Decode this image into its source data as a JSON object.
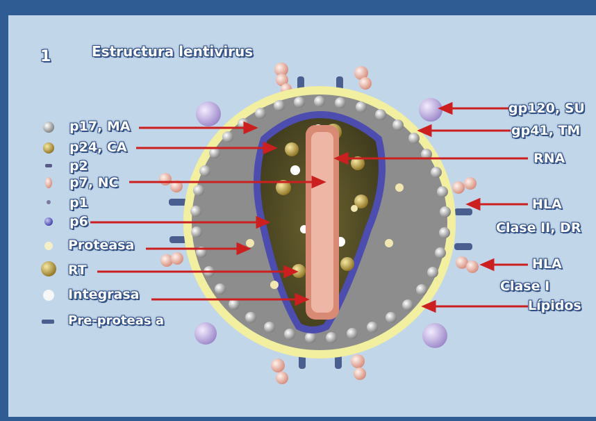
{
  "diagram": {
    "slide_number": "1",
    "title": "Estructura lentivirus",
    "left_labels": [
      {
        "text": "p17, MA",
        "marker_color": "#9a9a9a"
      },
      {
        "text": "p24, CA",
        "marker_color": "#c9a44a"
      },
      {
        "text": "p2",
        "marker_color": "#6d6d9a"
      },
      {
        "text": "p7, NC",
        "marker_color": "#e7b7a8"
      },
      {
        "text": "p1",
        "marker_color": "#7a7aa0"
      },
      {
        "text": "p6",
        "marker_color": "#6a6aa8"
      },
      {
        "text": "Proteasa",
        "marker_color": "#f2e7b0"
      },
      {
        "text": "RT",
        "marker_color": "#a08a2a"
      },
      {
        "text": "Integrasa",
        "marker_color": "#f4f4f4"
      },
      {
        "text": "Pre-proteas a",
        "marker_color": "#5a5a8a"
      }
    ],
    "right_labels": [
      {
        "text": "gp120, SU"
      },
      {
        "text": "gp41, TM"
      },
      {
        "text": "RNA"
      },
      {
        "text": "HLA"
      },
      {
        "text": "Clase  II, DR"
      },
      {
        "text": "HLA"
      },
      {
        "text": "Clase  I"
      },
      {
        "text": "Lípidos"
      }
    ]
  },
  "colors": {
    "frame": "#2f5d93",
    "panel": "#c2d6ea",
    "arrow": "#cc1f1f",
    "envelope": "#f2efa0"
  }
}
